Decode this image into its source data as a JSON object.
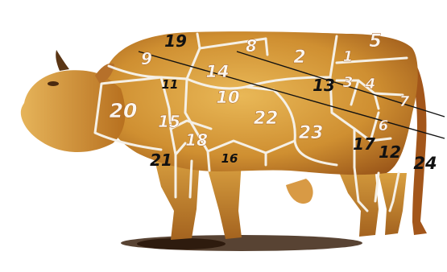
{
  "diagram": {
    "palette": {
      "background": "#ffffff",
      "hide_light": "#e5b14f",
      "hide_mid": "#c98a2c",
      "hide_dark": "#8a4a17",
      "shadow": "#3b220f",
      "divider": "#f5f0e6",
      "pointer_line": "#111111",
      "label_light": "#ffffff",
      "label_dark": "#111111"
    },
    "cuts": [
      {
        "number": "1",
        "color": "light"
      },
      {
        "number": "2",
        "color": "light"
      },
      {
        "number": "3",
        "color": "light"
      },
      {
        "number": "4",
        "color": "light"
      },
      {
        "number": "5",
        "color": "light"
      },
      {
        "number": "6",
        "color": "light"
      },
      {
        "number": "7",
        "color": "light"
      },
      {
        "number": "8",
        "color": "light"
      },
      {
        "number": "9",
        "color": "light"
      },
      {
        "number": "10",
        "color": "light"
      },
      {
        "number": "11",
        "color": "dark"
      },
      {
        "number": "12",
        "color": "dark"
      },
      {
        "number": "13",
        "color": "dark"
      },
      {
        "number": "14",
        "color": "light"
      },
      {
        "number": "15",
        "color": "light"
      },
      {
        "number": "16",
        "color": "dark"
      },
      {
        "number": "17",
        "color": "dark"
      },
      {
        "number": "18",
        "color": "light"
      },
      {
        "number": "19",
        "color": "dark"
      },
      {
        "number": "20",
        "color": "light"
      },
      {
        "number": "21",
        "color": "dark"
      },
      {
        "number": "22",
        "color": "light"
      },
      {
        "number": "23",
        "color": "light"
      },
      {
        "number": "24",
        "color": "dark"
      }
    ]
  }
}
